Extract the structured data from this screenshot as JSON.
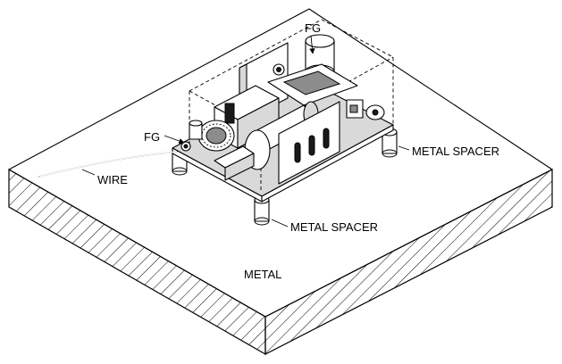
{
  "labels": {
    "fg_top": "FG",
    "fg_left": "FG",
    "wire": "WIRE",
    "metal_spacer_right": "METAL SPACER",
    "metal_spacer_bottom": "METAL SPACER",
    "metal": "METAL"
  }
}
